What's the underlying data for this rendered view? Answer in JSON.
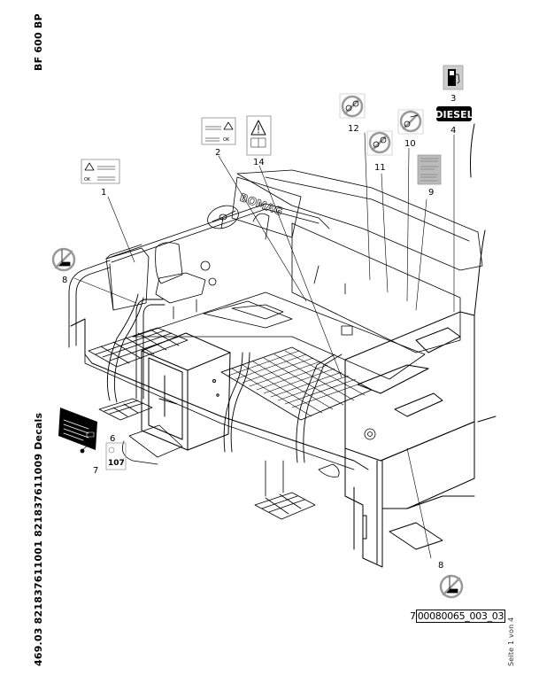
{
  "document": {
    "title": "BF 600 BP",
    "code": "469.03 821837611001 821837611009 Decals",
    "page_number": "Seite 1 von 4",
    "drawing_ref_prefix": "7",
    "drawing_ref": "00080065_003_03"
  },
  "diagram": {
    "brand_on_machine": "BOMAG",
    "callouts": [
      {
        "id": "1",
        "label": "1",
        "decal": "warning-ok-pictogram"
      },
      {
        "id": "2",
        "label": "2",
        "decal": "warning-ok-pictogram"
      },
      {
        "id": "3",
        "label": "3",
        "decal": "fuel-pump-icon"
      },
      {
        "id": "4",
        "label": "4",
        "decal": "diesel-label",
        "text": "DIESEL"
      },
      {
        "id": "6",
        "label": "6",
        "decal": "sound-power-label",
        "text": "107"
      },
      {
        "id": "7",
        "label": "7",
        "decal": "type-plate-with-rivet"
      },
      {
        "id": "8a",
        "label": "8",
        "decal": "no-step-icon"
      },
      {
        "id": "8b",
        "label": "8",
        "decal": "no-step-icon"
      },
      {
        "id": "9",
        "label": "9",
        "decal": "instruction-text-label"
      },
      {
        "id": "10",
        "label": "10",
        "decal": "no-reach-gears-icon"
      },
      {
        "id": "11",
        "label": "11",
        "decal": "no-reach-rotating-parts-icon"
      },
      {
        "id": "12",
        "label": "12",
        "decal": "no-reach-rotating-parts-icon"
      },
      {
        "id": "14",
        "label": "14",
        "decal": "read-manual-warning"
      }
    ],
    "decal_texts": {
      "ok": "OK",
      "diesel": "DIESEL",
      "sound_level": "107"
    }
  }
}
